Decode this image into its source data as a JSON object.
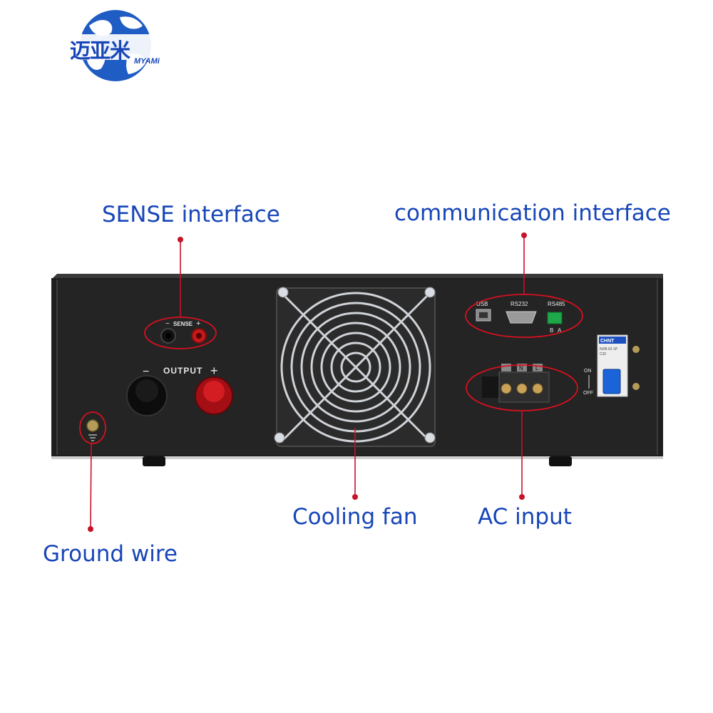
{
  "brand": {
    "logo_chinese": "迈亚米",
    "logo_latin": "MYAMi",
    "color": "#1746b8"
  },
  "callouts": {
    "sense": "SENSE interface",
    "communication": "communication interface",
    "cooling_fan": "Cooling fan",
    "ac_input": "AC input",
    "ground_wire": "Ground wire",
    "label_color": "#1746b8",
    "marker_color": "#d6101f"
  },
  "panel": {
    "sense_minus": "−",
    "sense_label": "SENSE",
    "sense_plus": "+",
    "output_minus": "−",
    "output_label": "OUTPUT",
    "output_plus": "+",
    "usb": "USB",
    "rs232": "RS232",
    "rs485": "RS485",
    "rs485_b": "B",
    "rs485_a": "A",
    "terminal_n": "N",
    "terminal_l": "L",
    "switch_on": "ON",
    "switch_off": "OFF",
    "breaker_brand": "CHNT",
    "breaker_model": "NXB-63 1P",
    "breaker_rating": "C32"
  }
}
